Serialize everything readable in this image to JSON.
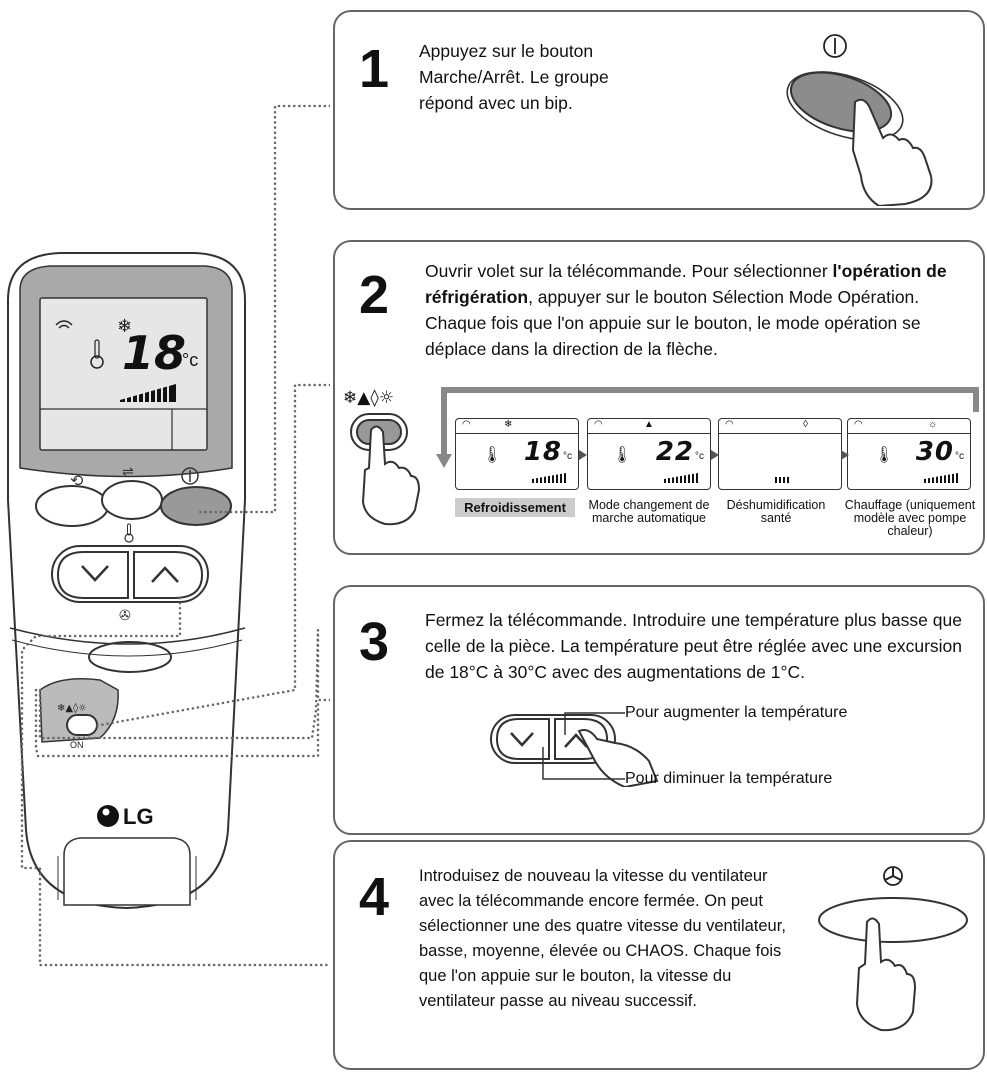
{
  "remote": {
    "display": {
      "temp": "18",
      "unit": "°c"
    },
    "brand": "LG",
    "mode_icons": "❄▲◊☼",
    "on_label": "ON"
  },
  "steps": [
    {
      "num": "1",
      "text": "Appuyez sur le bouton Marche/Arrêt. Le groupe répond avec un bip."
    },
    {
      "num": "2",
      "text_pre": "Ouvrir volet sur la télécommande. Pour sélectionner ",
      "text_bold": "l'opération de réfrigération",
      "text_post": ", appuyer sur le bouton Sélection Mode Opération. Chaque fois que l'on appuie sur le bouton, le mode opération se déplace dans la direction de la flèche.",
      "mode_icons": "❄▲◊☼",
      "modes": [
        {
          "label": "Refroidissement",
          "temp": "18",
          "unit": "°c"
        },
        {
          "label": "Mode changement de marche automatique",
          "temp": "22",
          "unit": "°c"
        },
        {
          "label": "Déshumidification santé",
          "temp": "",
          "unit": ""
        },
        {
          "label": "Chauffage (uniquement modèle avec pompe chaleur)",
          "temp": "30",
          "unit": "°c"
        }
      ]
    },
    {
      "num": "3",
      "text": "Fermez la télécommande. Introduire une température plus basse que celle de la pièce. La température peut être réglée avec une excursion de 18°C à 30°C avec des augmentations de 1°C.",
      "up_label": "Pour augmenter la température",
      "down_label": "Pour diminuer la température"
    },
    {
      "num": "4",
      "text": "Introduisez de nouveau la vitesse du ventilateur avec la télécommande encore fermée. On peut sélectionner une des quatre vitesse du ventilateur, basse, moyenne, élevée ou CHAOS. Chaque fois que l'on appuie sur le bouton, la vitesse du ventilateur passe au niveau successif."
    }
  ]
}
